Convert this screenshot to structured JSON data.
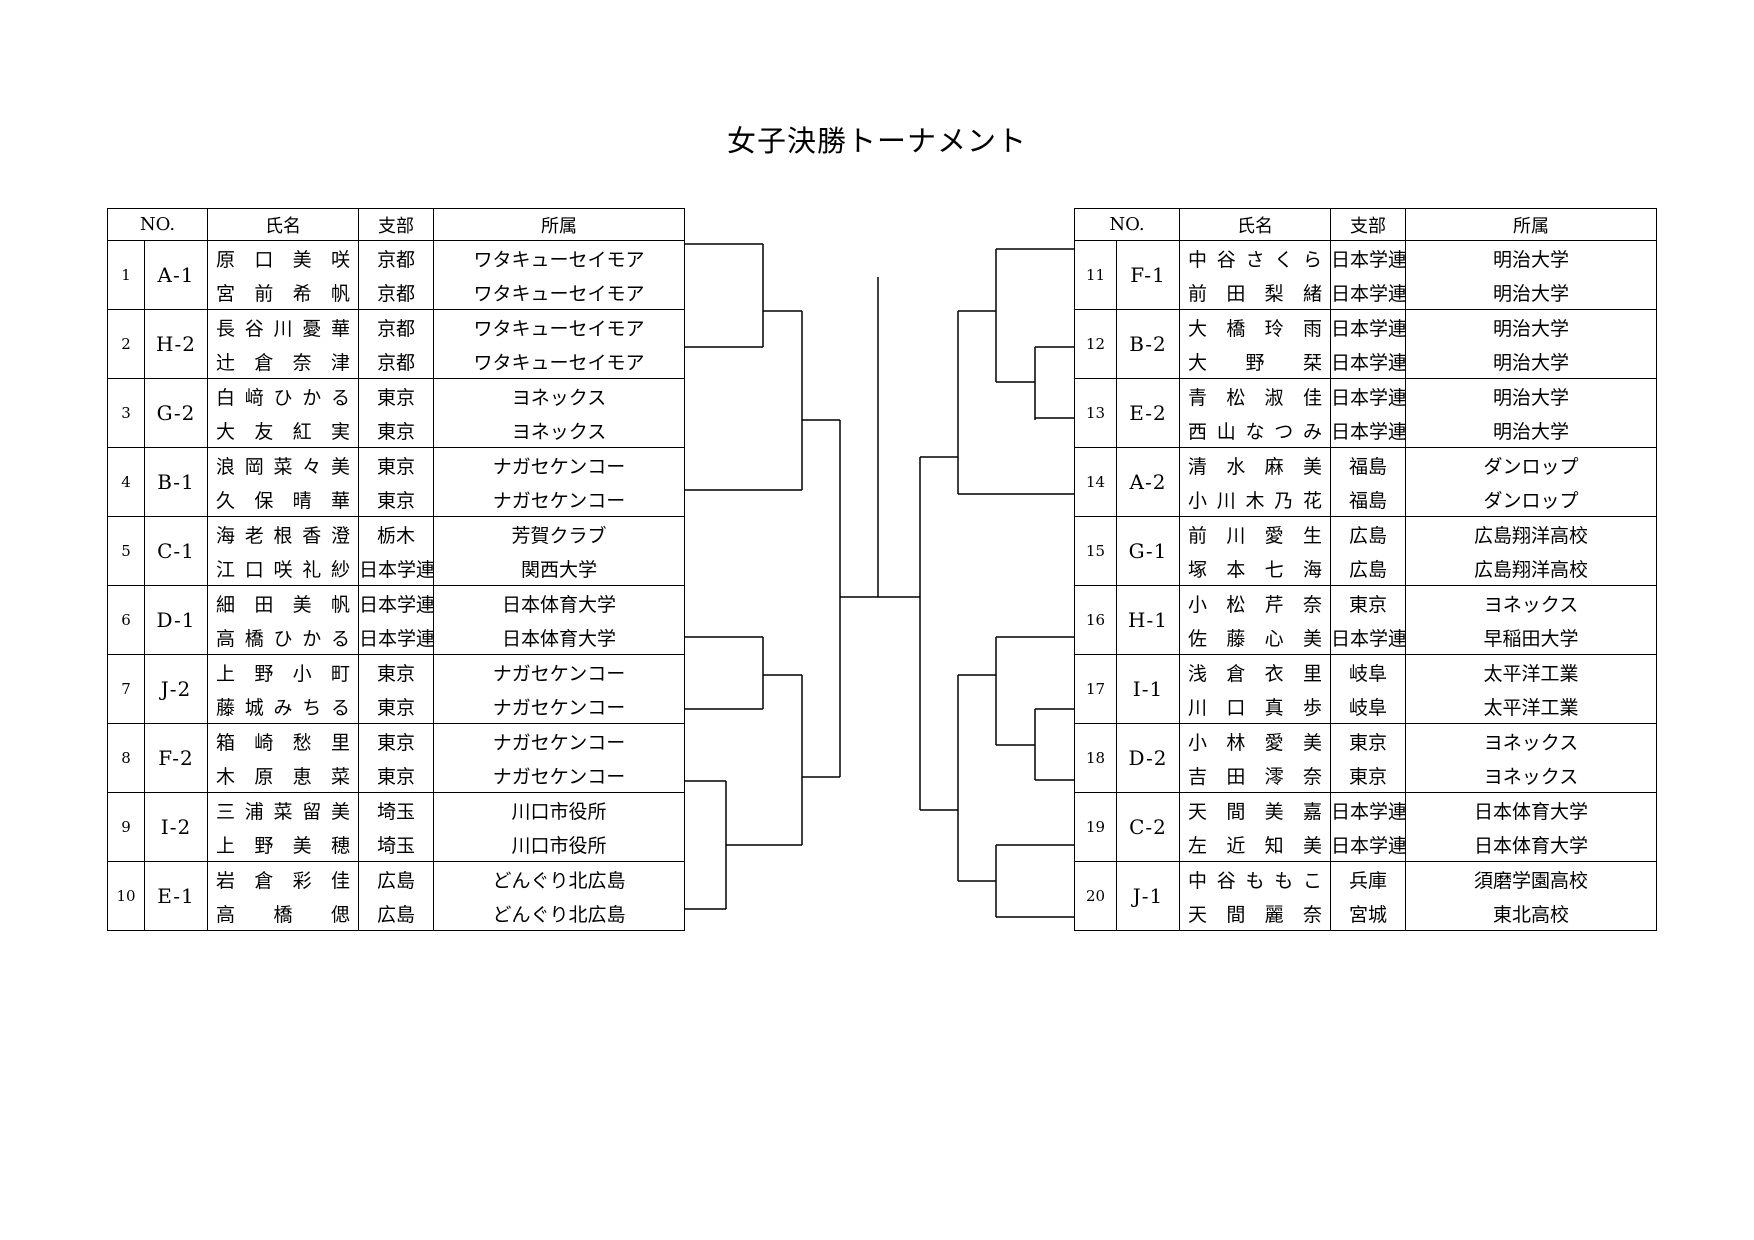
{
  "title": "女子決勝トーナメント",
  "headers": {
    "no": "NO.",
    "name": "氏名",
    "branch": "支部",
    "affiliation": "所属"
  },
  "left": [
    {
      "seed": "1",
      "group": "A-1",
      "players": [
        {
          "name": "原口美咲",
          "branch": "京都",
          "affiliation": "ワタキューセイモア"
        },
        {
          "name": "宮前希帆",
          "branch": "京都",
          "affiliation": "ワタキューセイモア"
        }
      ]
    },
    {
      "seed": "2",
      "group": "H-2",
      "players": [
        {
          "name": "長谷川憂華",
          "branch": "京都",
          "affiliation": "ワタキューセイモア"
        },
        {
          "name": "辻倉奈津",
          "branch": "京都",
          "affiliation": "ワタキューセイモア"
        }
      ]
    },
    {
      "seed": "3",
      "group": "G-2",
      "players": [
        {
          "name": "白﨑ひかる",
          "branch": "東京",
          "affiliation": "ヨネックス"
        },
        {
          "name": "大友紅実",
          "branch": "東京",
          "affiliation": "ヨネックス"
        }
      ]
    },
    {
      "seed": "4",
      "group": "B-1",
      "players": [
        {
          "name": "浪岡菜々美",
          "branch": "東京",
          "affiliation": "ナガセケンコー"
        },
        {
          "name": "久保晴華",
          "branch": "東京",
          "affiliation": "ナガセケンコー"
        }
      ]
    },
    {
      "seed": "5",
      "group": "C-1",
      "players": [
        {
          "name": "海老根香澄",
          "branch": "栃木",
          "affiliation": "芳賀クラブ"
        },
        {
          "name": "江口咲礼紗",
          "branch": "日本学連",
          "affiliation": "関西大学"
        }
      ]
    },
    {
      "seed": "6",
      "group": "D-1",
      "players": [
        {
          "name": "細田美帆",
          "branch": "日本学連",
          "affiliation": "日本体育大学"
        },
        {
          "name": "高橋ひかる",
          "branch": "日本学連",
          "affiliation": "日本体育大学"
        }
      ]
    },
    {
      "seed": "7",
      "group": "J-2",
      "players": [
        {
          "name": "上野小町",
          "branch": "東京",
          "affiliation": "ナガセケンコー"
        },
        {
          "name": "藤城みちる",
          "branch": "東京",
          "affiliation": "ナガセケンコー"
        }
      ]
    },
    {
      "seed": "8",
      "group": "F-2",
      "players": [
        {
          "name": "箱崎愁里",
          "branch": "東京",
          "affiliation": "ナガセケンコー"
        },
        {
          "name": "木原恵菜",
          "branch": "東京",
          "affiliation": "ナガセケンコー"
        }
      ]
    },
    {
      "seed": "9",
      "group": "I-2",
      "players": [
        {
          "name": "三浦菜留美",
          "branch": "埼玉",
          "affiliation": "川口市役所"
        },
        {
          "name": "上野美穂",
          "branch": "埼玉",
          "affiliation": "川口市役所"
        }
      ]
    },
    {
      "seed": "10",
      "group": "E-1",
      "players": [
        {
          "name": "岩倉彩佳",
          "branch": "広島",
          "affiliation": "どんぐり北広島"
        },
        {
          "name": "高橋偲",
          "branch": "広島",
          "affiliation": "どんぐり北広島"
        }
      ]
    }
  ],
  "right": [
    {
      "seed": "11",
      "group": "F-1",
      "players": [
        {
          "name": "中谷さくら",
          "branch": "日本学連",
          "affiliation": "明治大学"
        },
        {
          "name": "前田梨緒",
          "branch": "日本学連",
          "affiliation": "明治大学"
        }
      ]
    },
    {
      "seed": "12",
      "group": "B-2",
      "players": [
        {
          "name": "大橋玲雨",
          "branch": "日本学連",
          "affiliation": "明治大学"
        },
        {
          "name": "大野栞",
          "branch": "日本学連",
          "affiliation": "明治大学"
        }
      ]
    },
    {
      "seed": "13",
      "group": "E-2",
      "players": [
        {
          "name": "青松淑佳",
          "branch": "日本学連",
          "affiliation": "明治大学"
        },
        {
          "name": "西山なつみ",
          "branch": "日本学連",
          "affiliation": "明治大学"
        }
      ]
    },
    {
      "seed": "14",
      "group": "A-2",
      "players": [
        {
          "name": "清水麻美",
          "branch": "福島",
          "affiliation": "ダンロップ"
        },
        {
          "name": "小川木乃花",
          "branch": "福島",
          "affiliation": "ダンロップ"
        }
      ]
    },
    {
      "seed": "15",
      "group": "G-1",
      "players": [
        {
          "name": "前川愛生",
          "branch": "広島",
          "affiliation": "広島翔洋高校"
        },
        {
          "name": "塚本七海",
          "branch": "広島",
          "affiliation": "広島翔洋高校"
        }
      ]
    },
    {
      "seed": "16",
      "group": "H-1",
      "players": [
        {
          "name": "小松芹奈",
          "branch": "東京",
          "affiliation": "ヨネックス"
        },
        {
          "name": "佐藤心美",
          "branch": "日本学連",
          "affiliation": "早稲田大学"
        }
      ]
    },
    {
      "seed": "17",
      "group": "I-1",
      "players": [
        {
          "name": "浅倉衣里",
          "branch": "岐阜",
          "affiliation": "太平洋工業"
        },
        {
          "name": "川口真歩",
          "branch": "岐阜",
          "affiliation": "太平洋工業"
        }
      ]
    },
    {
      "seed": "18",
      "group": "D-2",
      "players": [
        {
          "name": "小林愛美",
          "branch": "東京",
          "affiliation": "ヨネックス"
        },
        {
          "name": "吉田澪奈",
          "branch": "東京",
          "affiliation": "ヨネックス"
        }
      ]
    },
    {
      "seed": "19",
      "group": "C-2",
      "players": [
        {
          "name": "天間美嘉",
          "branch": "日本学連",
          "affiliation": "日本体育大学"
        },
        {
          "name": "左近知美",
          "branch": "日本学連",
          "affiliation": "日本体育大学"
        }
      ]
    },
    {
      "seed": "20",
      "group": "J-1",
      "players": [
        {
          "name": "中谷ももこ",
          "branch": "兵庫",
          "affiliation": "須磨学園高校"
        },
        {
          "name": "天間麗奈",
          "branch": "宮城",
          "affiliation": "東北高校"
        }
      ]
    }
  ]
}
